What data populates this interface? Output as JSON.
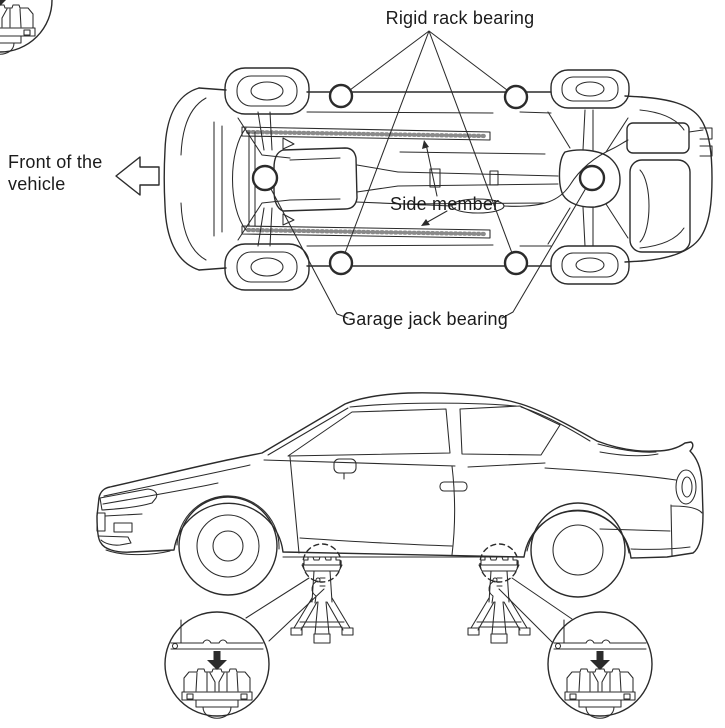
{
  "figure": {
    "background": "#ffffff",
    "ink": "#2b2b2b",
    "top_view": {
      "rigid_rack_label": "Rigid rack bearing",
      "front_label_line1": "Front of the",
      "front_label_line2": "vehicle",
      "side_member_label": "Side member",
      "garage_jack_label": "Garage jack bearing",
      "rigid_rack_point_count": 4,
      "garage_jack_point_count": 2
    },
    "side_view": {
      "jack_stand_count": 2,
      "magnified_inset_count": 2
    }
  }
}
